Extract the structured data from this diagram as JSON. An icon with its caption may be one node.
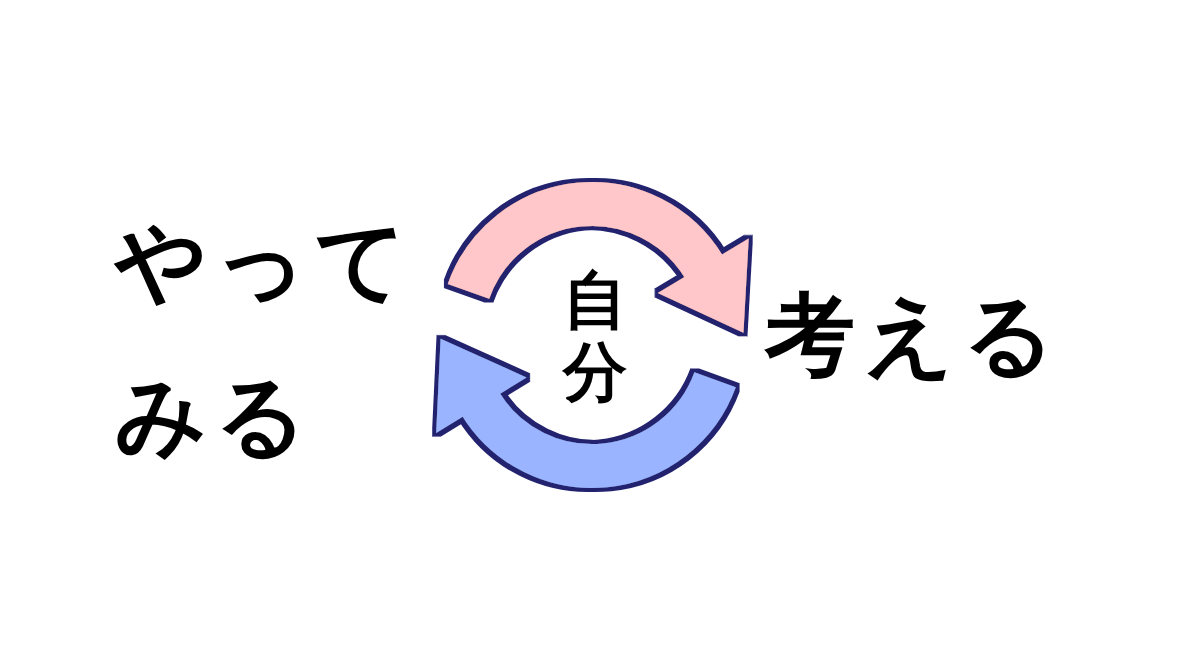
{
  "diagram": {
    "nodes": [
      {
        "text": [
          "やってみる"
        ]
      },
      {
        "text": [
          "自分"
        ]
      },
      {
        "text": [
          "考える"
        ]
      }
    ],
    "edges": [
      {
        "from": 0,
        "to": 2,
        "arrow": "to",
        "color": "#ffc7c9"
      },
      {
        "from": 2,
        "to": 0,
        "arrow": "to",
        "color": "#9ab4ff"
      }
    ]
  }
}
